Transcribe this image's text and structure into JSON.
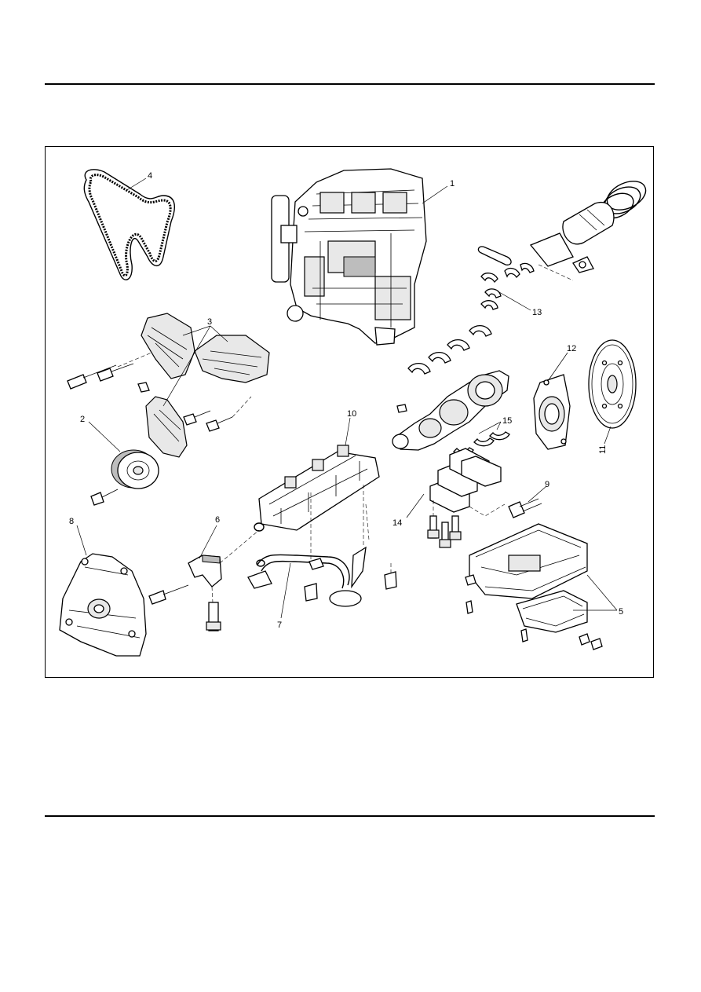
{
  "figure": {
    "callouts": [
      "1",
      "2",
      "3",
      "4",
      "5",
      "6",
      "7",
      "8",
      "9",
      "10",
      "11",
      "12",
      "13",
      "14",
      "15"
    ]
  }
}
